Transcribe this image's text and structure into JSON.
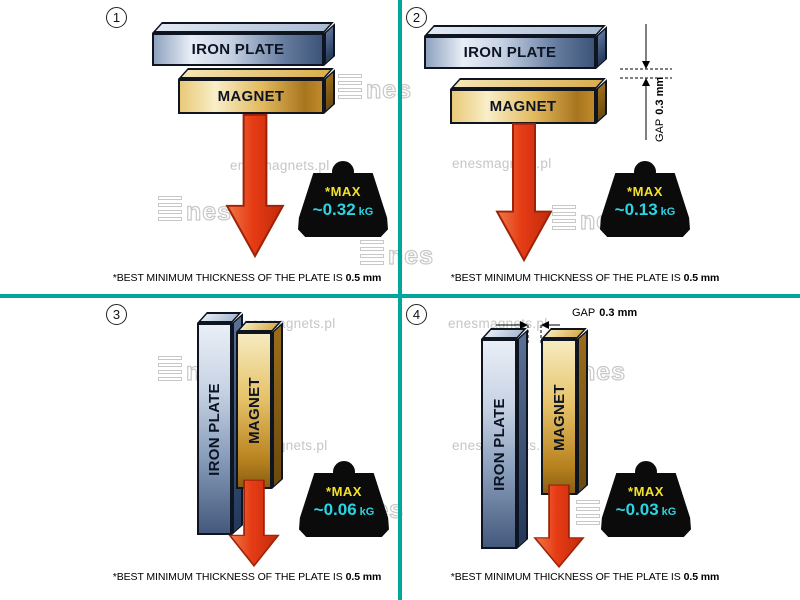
{
  "colors": {
    "divider": "#00A79A",
    "max_yellow": "#F2E22C",
    "value_cyan": "#2BD4E4",
    "arrow_red": "#E2391B"
  },
  "watermark": {
    "url": "enesmagnets.pl",
    "logo": "nes"
  },
  "quadrants": [
    {
      "number": "1",
      "plate_label": "IRON PLATE",
      "magnet_label": "MAGNET",
      "weight": {
        "max": "*MAX",
        "value": "~0.32",
        "unit": "kG"
      },
      "footnote": {
        "text": "*BEST MINIMUM THICKNESS OF THE PLATE IS",
        "bold": "0.5 mm"
      }
    },
    {
      "number": "2",
      "plate_label": "IRON PLATE",
      "magnet_label": "MAGNET",
      "gap": {
        "label": "GAP",
        "value": "0.3 mm"
      },
      "weight": {
        "max": "*MAX",
        "value": "~0.13",
        "unit": "kG"
      },
      "footnote": {
        "text": "*BEST MINIMUM THICKNESS OF THE PLATE IS",
        "bold": "0.5 mm"
      }
    },
    {
      "number": "3",
      "plate_label": "IRON PLATE",
      "magnet_label": "MAGNET",
      "weight": {
        "max": "*MAX",
        "value": "~0.06",
        "unit": "kG"
      },
      "footnote": {
        "text": "*BEST MINIMUM THICKNESS OF THE PLATE IS",
        "bold": "0.5 mm"
      }
    },
    {
      "number": "4",
      "plate_label": "IRON PLATE",
      "magnet_label": "MAGNET",
      "gap": {
        "label": "GAP",
        "value": "0.3 mm"
      },
      "weight": {
        "max": "*MAX",
        "value": "~0.03",
        "unit": "kG"
      },
      "footnote": {
        "text": "*BEST MINIMUM THICKNESS OF THE PLATE IS",
        "bold": "0.5 mm"
      }
    }
  ]
}
